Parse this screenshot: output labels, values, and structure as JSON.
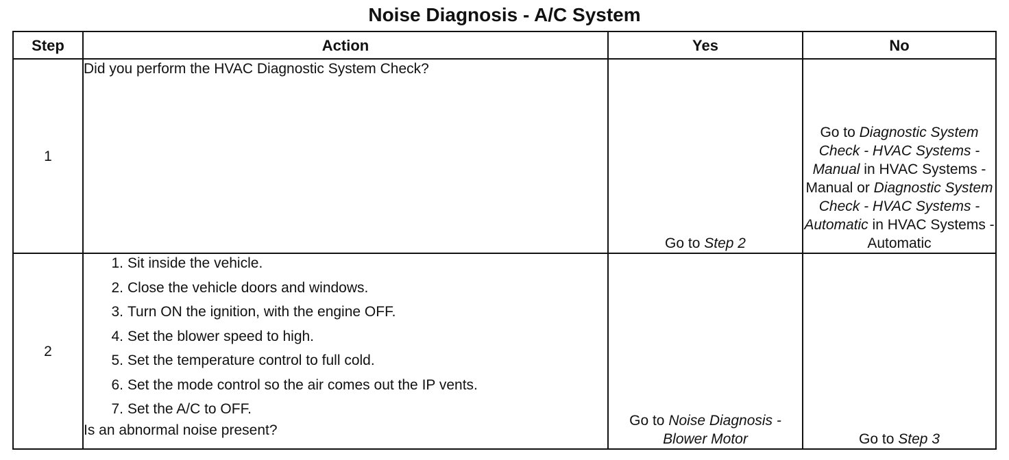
{
  "title": "Noise Diagnosis - A/C System",
  "columns": {
    "step": "Step",
    "action": "Action",
    "yes": "Yes",
    "no": "No"
  },
  "rows": [
    {
      "step": "1",
      "action": "Did you perform the HVAC Diagnostic System Check?",
      "yes": {
        "prefix": "Go to ",
        "link": "Step 2"
      },
      "no": {
        "p1": "Go to ",
        "l1": "Diagnostic System Check - HVAC Systems - Manual",
        "p2": " in HVAC Systems - Manual or ",
        "l2": "Diagnostic System Check - HVAC Systems - Automatic",
        "p3": " in HVAC Systems - Automatic"
      }
    },
    {
      "step": "2",
      "steps": [
        {
          "num": "1.",
          "text": "Sit inside the vehicle."
        },
        {
          "num": "2.",
          "text": "Close the vehicle doors and windows."
        },
        {
          "num": "3.",
          "text": "Turn ON the ignition, with the engine OFF."
        },
        {
          "num": "4.",
          "text": "Set the blower speed to high."
        },
        {
          "num": "5.",
          "text": "Set the temperature control to full cold."
        },
        {
          "num": "6.",
          "text": "Set the mode control so the air comes out the IP vents."
        },
        {
          "num": "7.",
          "text": "Set the A/C to OFF."
        }
      ],
      "question": "Is an abnormal noise present?",
      "yes": {
        "prefix": "Go to ",
        "link": "Noise Diagnosis - Blower Motor"
      },
      "no": {
        "prefix": "Go to ",
        "link": "Step 3"
      }
    }
  ]
}
